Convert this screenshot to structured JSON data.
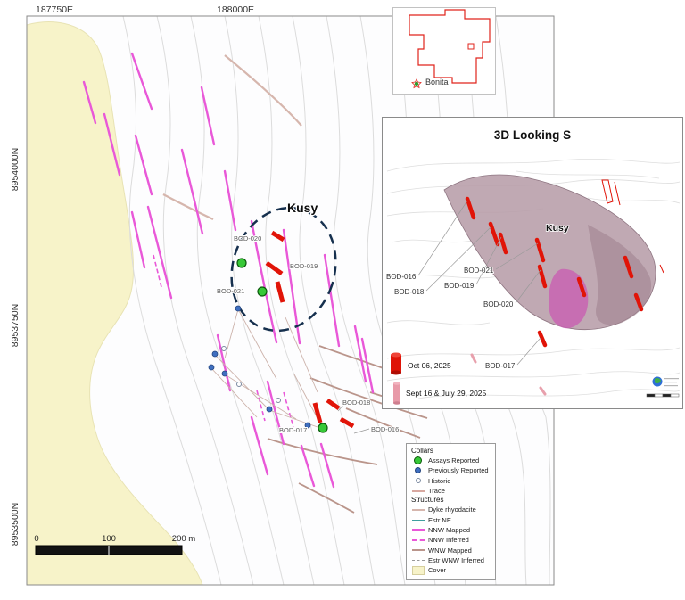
{
  "main_map": {
    "easting_labels": [
      "187750E",
      "188000E"
    ],
    "northing_labels": [
      "8954000N",
      "8953750N",
      "8953500N"
    ],
    "kusy_label": "Kusy",
    "hole_labels": {
      "bod020": "BOD-020",
      "bod019": "BOD-019",
      "bod021": "BOD-021",
      "bod018": "BOD-018",
      "bod017": "BOD-017",
      "bod016": "BOD-016"
    },
    "scale_bar": {
      "tick_0": "0",
      "tick_100": "100",
      "tick_200": "200 m"
    }
  },
  "legend": {
    "collars_title": "Collars",
    "collar_items": [
      "Assays Reported",
      "Previously Reported",
      "Historic",
      "Trace"
    ],
    "structures_title": "Structures",
    "structure_items": [
      "Dyke rhyodacite",
      "Estr NE",
      "NNW Mapped",
      "NNW Inferred",
      "WNW Mapped",
      "Estr WNW Inferred",
      "Cover"
    ]
  },
  "location_inset": {
    "place_label": "Bonita"
  },
  "inset_3d": {
    "title": "3D Looking S",
    "kusy_label": "Kusy",
    "hole_labels": {
      "bod016": "BOD-016",
      "bod018": "BOD-018",
      "bod019": "BOD-019",
      "bod021": "BOD-021",
      "bod020": "BOD-020",
      "bod017": "BOD-017"
    },
    "legend_items": [
      {
        "label": "Oct 06, 2025"
      },
      {
        "label": "Sept 16 & July 29, 2025"
      }
    ]
  },
  "colors": {
    "cover_yellow": "#f7f3c9",
    "nnw_mapped_magenta": "#e958d8",
    "dyke_tan": "#d6b6ad",
    "wnw_brown": "#ba958b",
    "drill_trace_red": "#e11408",
    "assay_green": "#37c837",
    "previous_blue": "#3f6fc0",
    "kusy_outline_navy": "#16304e",
    "body_mauve": "#b79da8",
    "body_magenta": "#c85fb2"
  }
}
